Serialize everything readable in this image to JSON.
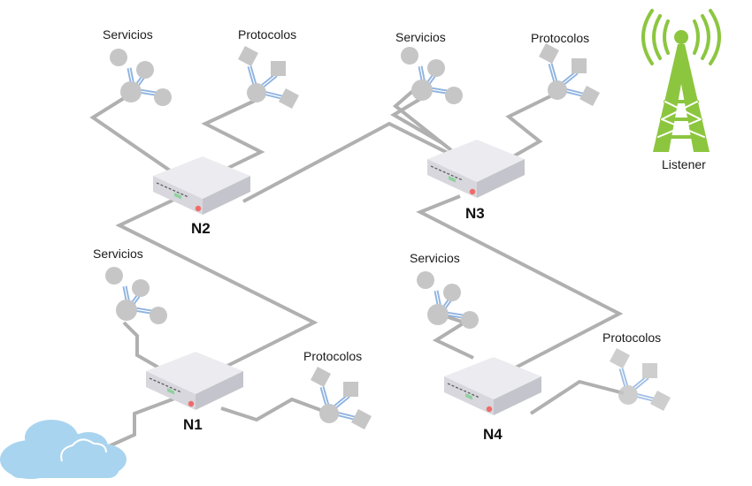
{
  "labels": {
    "services": "Servicios",
    "protocols": "Protocolos",
    "listener": "Listener"
  },
  "nodes": [
    "N1",
    "N2",
    "N3",
    "N4"
  ],
  "colors": {
    "wire": "#b0b0b0",
    "device_top": "#ececf0",
    "device_front": "#d7d7dd",
    "device_side": "#c4c4cc",
    "led_green": "#8fd19e",
    "led_red": "#f06a6a",
    "icon_gray": "#c6c6c6",
    "icon_link": "#8fb3e0",
    "tower_green": "#8cc63f",
    "cloud": "#a9d4ef"
  },
  "icons": {
    "cluster": "services-cluster-icon",
    "protocol": "protocols-cluster-icon",
    "tower": "antenna-tower-icon",
    "cloud": "cloud-icon",
    "device": "network-switch-icon"
  }
}
